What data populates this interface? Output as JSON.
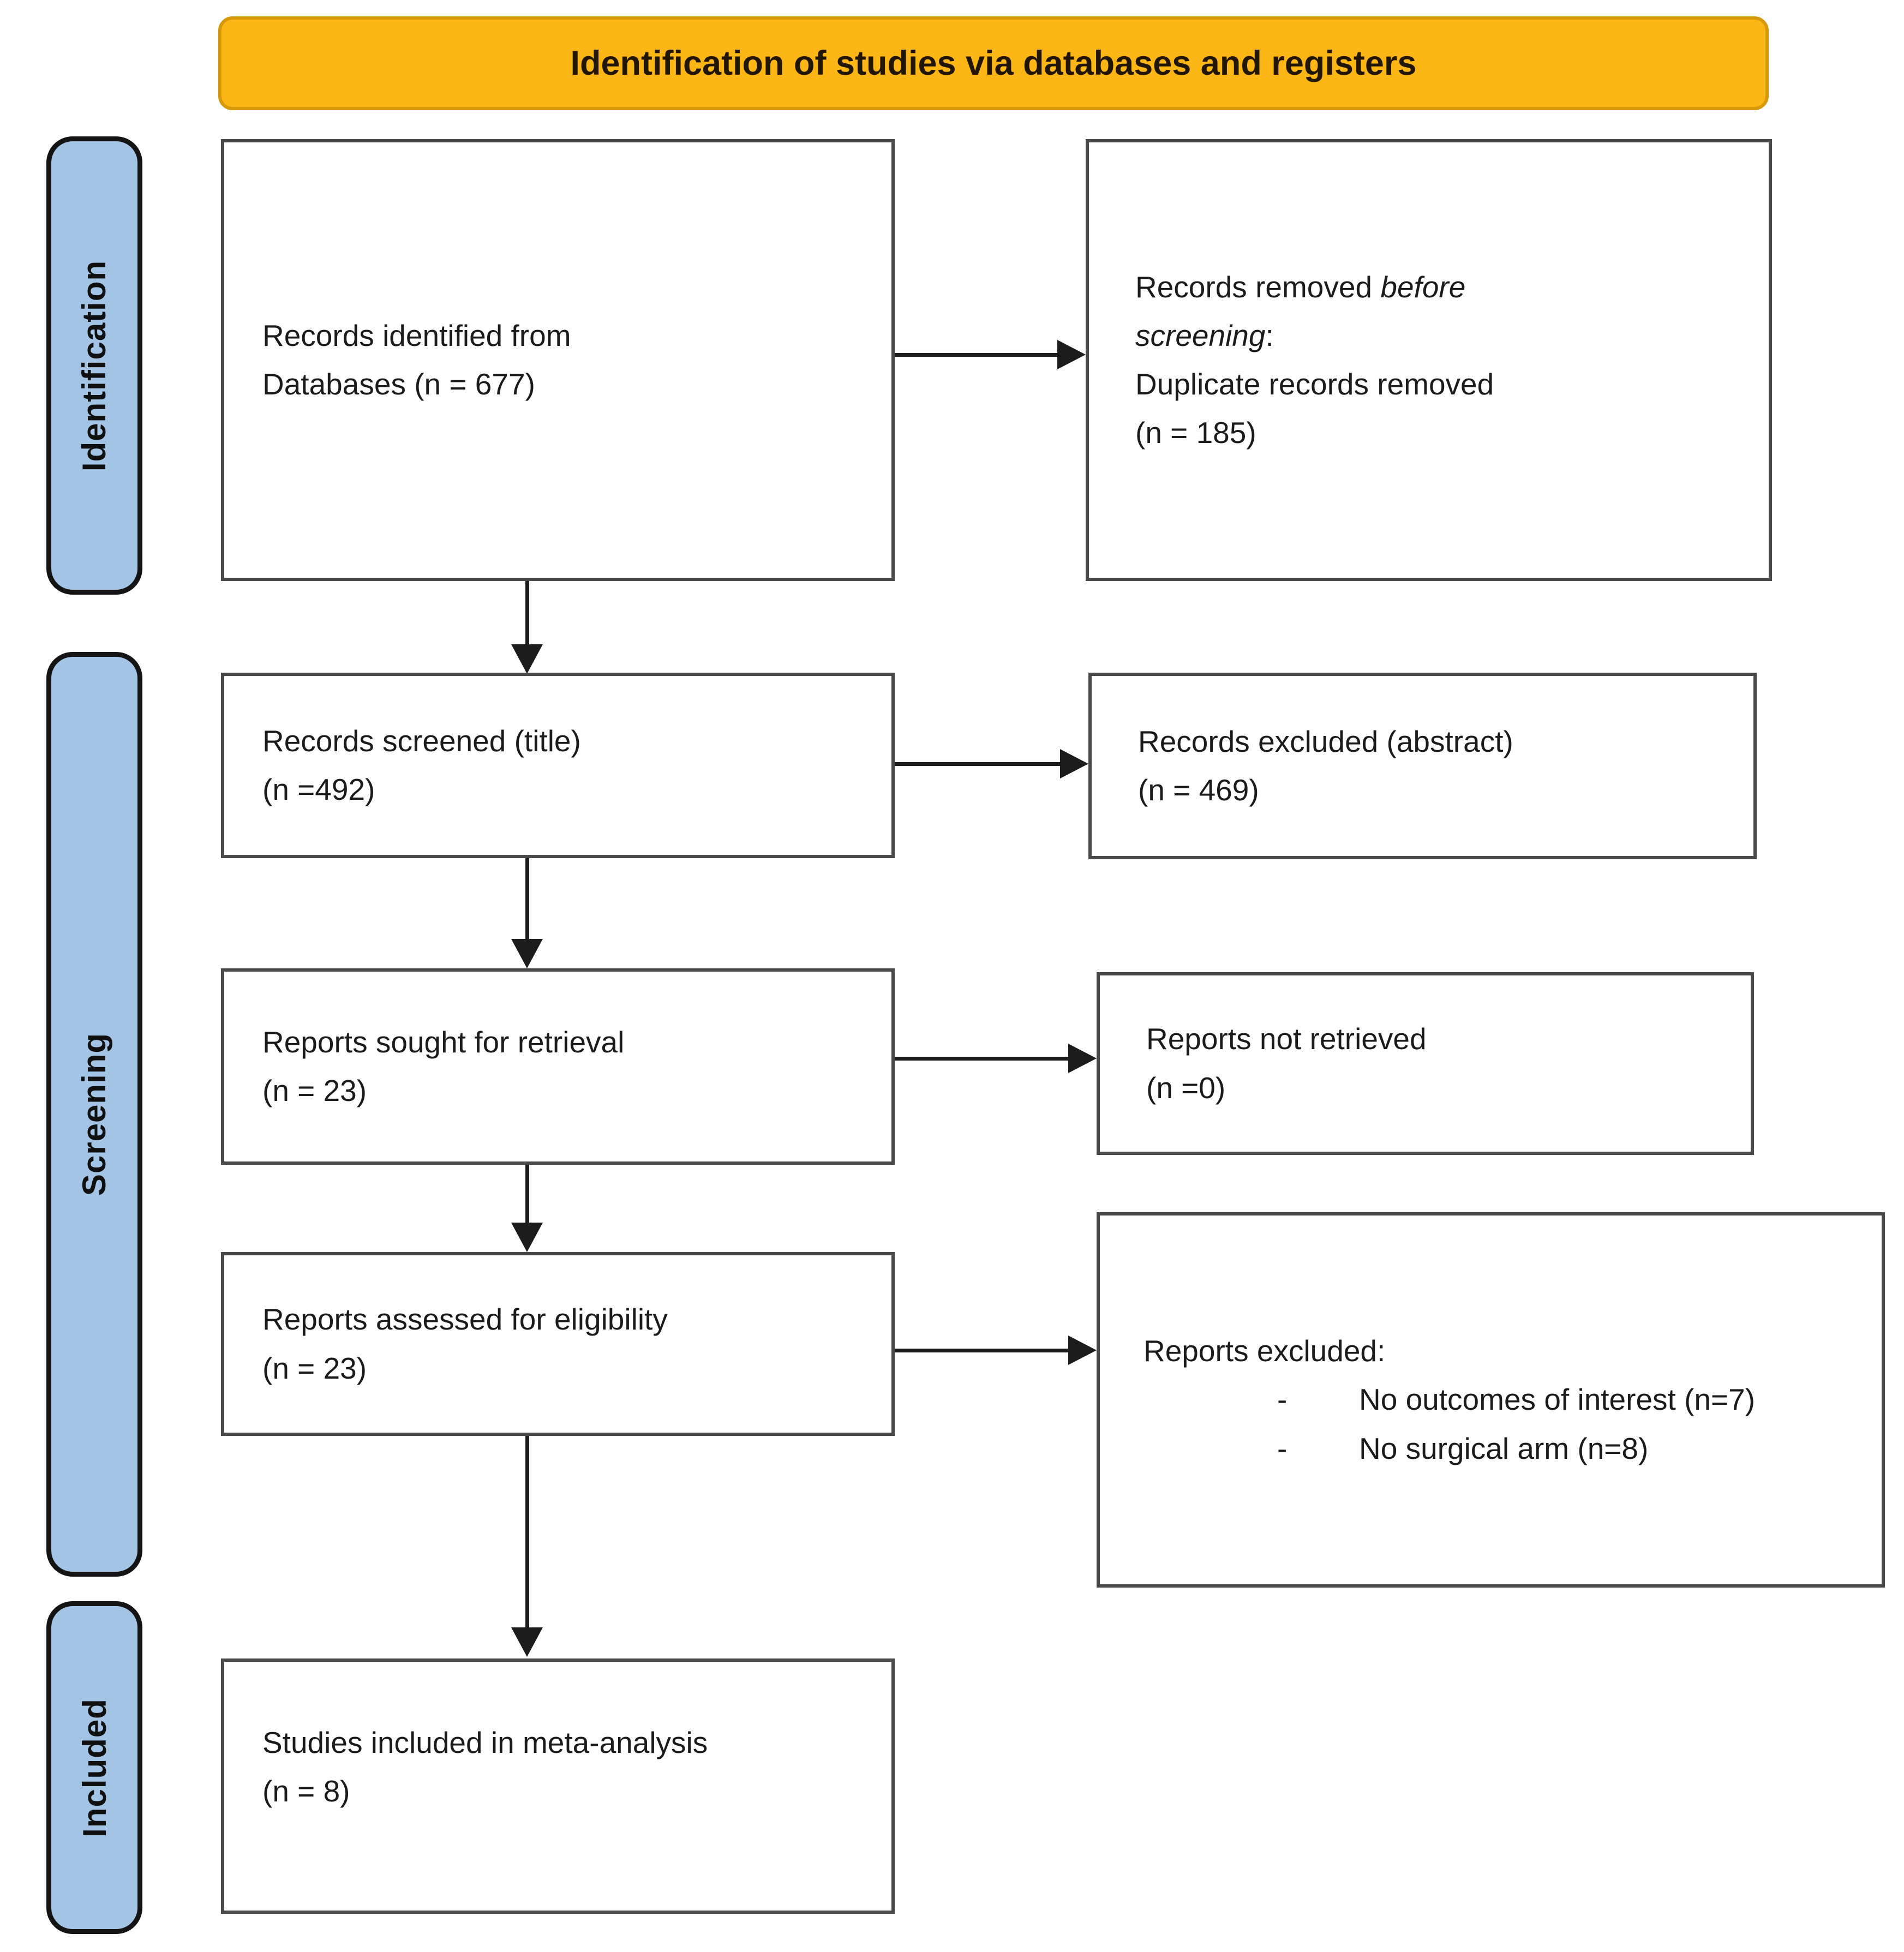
{
  "banner": {
    "title": "Identification of studies via databases and registers"
  },
  "colors": {
    "banner_fill": "#FCB615",
    "banner_border": "#D5990A",
    "stage_fill": "#A3C4E4",
    "stage_border": "#141414",
    "box_border": "#4A4A4A",
    "text": "#1B1B1B",
    "arrow": "#1C1C1C"
  },
  "stages": {
    "identification": "Identification",
    "screening": "Screening",
    "included": "Included"
  },
  "boxes": {
    "records_identified": {
      "line1": "Records identified from",
      "line2": "Databases (n = 677)"
    },
    "records_removed": {
      "intro_normal": "Records removed ",
      "intro_italic_1": "before",
      "intro_italic_2": "screening",
      "intro_colon": ":",
      "reason_line1": "Duplicate records removed",
      "reason_line2": "(n = 185)"
    },
    "records_screened": {
      "line1": "Records screened (title)",
      "line2": "(n =492)"
    },
    "records_excluded": {
      "line1": "Records excluded (abstract)",
      "line2": "(n = 469)"
    },
    "reports_sought": {
      "line1": "Reports sought for retrieval",
      "line2": "(n = 23)"
    },
    "reports_not_retrieved": {
      "line1": "Reports not retrieved",
      "line2": "(n =0)"
    },
    "reports_assessed": {
      "line1": "Reports assessed for eligibility",
      "line2": "(n = 23)"
    },
    "reports_excluded": {
      "title": "Reports excluded:",
      "bullet": "-",
      "items": [
        "No outcomes of interest (n=7)",
        "No surgical arm (n=8)"
      ]
    },
    "studies_included": {
      "line1": "Studies included in meta-analysis",
      "line2": "(n = 8)"
    }
  }
}
